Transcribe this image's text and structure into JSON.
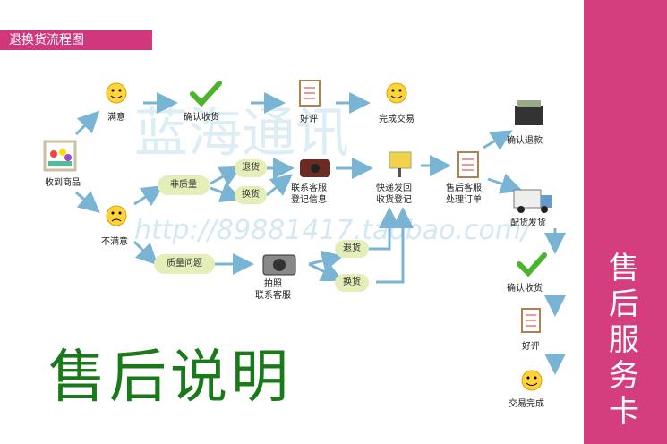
{
  "banner": "退换货流程图",
  "sidebar_title": "售后服务卡",
  "main_title": "售后说明",
  "watermark": {
    "text": "蓝海通讯",
    "url": "http://89881417.taobao.com/"
  },
  "nodes": {
    "received": "收到商品",
    "satisfied": "满意",
    "confirm_receipt": "确认收货",
    "good_review": "好评",
    "complete_trade": "完成交易",
    "unsatisfied": "不满意",
    "non_quality": "非质量",
    "return1": "退货",
    "exchange1": "换货",
    "contact_service": "联系客服\n登记信息",
    "express_back": "快递发回\n收货登记",
    "aftersale_order": "售后客服\n处理订单",
    "quality_issue": "质量问题",
    "photo_contact": "拍照\n联系客服",
    "return2": "退货",
    "exchange2": "换货",
    "confirm_refund": "确认退款",
    "ship_goods": "配货发货",
    "confirm_receipt2": "确认收货",
    "good_review2": "好评",
    "trade_complete": "交易完成"
  },
  "icons": {
    "smiley": "smiley-icon",
    "check": "check-icon",
    "clipboard": "clipboard-icon",
    "flowers": "flower-picture-icon",
    "phone": "telephone-icon",
    "camera": "camera-icon",
    "mailbox": "mailbox-icon",
    "wallet": "wallet-icon",
    "truck": "truck-icon",
    "sad": "crying-face-icon"
  },
  "colors": {
    "accent": "#d43e7e",
    "title_green": "#1a7a1a",
    "blob": "#e4eeb8",
    "arrow": "#7ab4d4"
  }
}
